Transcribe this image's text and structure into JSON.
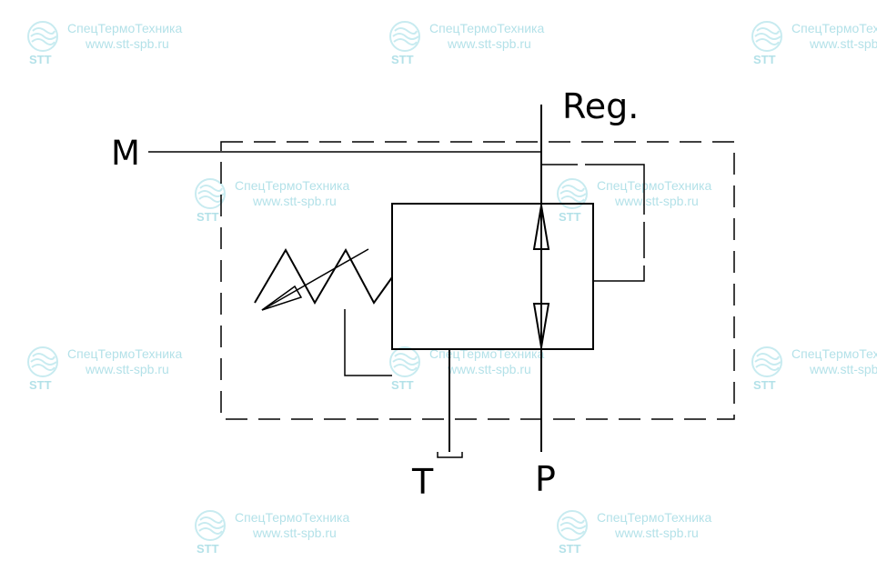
{
  "diagram": {
    "labels": {
      "gauge_port": "M",
      "regulated_port": "Reg.",
      "tank_port": "T",
      "pressure_port": "P"
    }
  },
  "watermark": {
    "company": "СпецТермоТехника",
    "url": "www.stt-spb.ru",
    "brand": "STT",
    "color": "#a6dce5"
  },
  "colors": {
    "line": "#000000",
    "background": "#ffffff"
  }
}
